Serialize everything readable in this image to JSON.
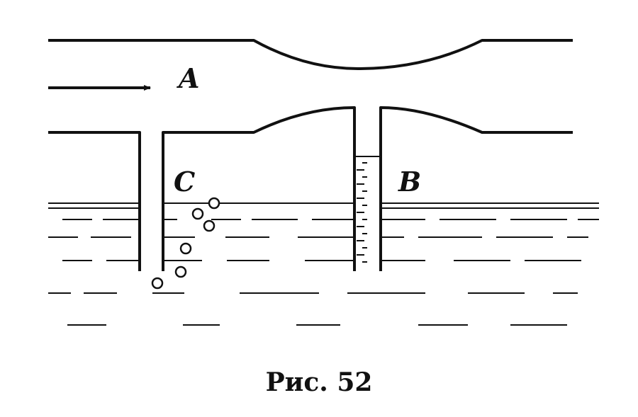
{
  "figure": {
    "labels": {
      "a": "A",
      "b": "B",
      "c": "C"
    },
    "caption": "Рис. 52"
  },
  "colors": {
    "ink": "#111111",
    "background": "#ffffff"
  }
}
